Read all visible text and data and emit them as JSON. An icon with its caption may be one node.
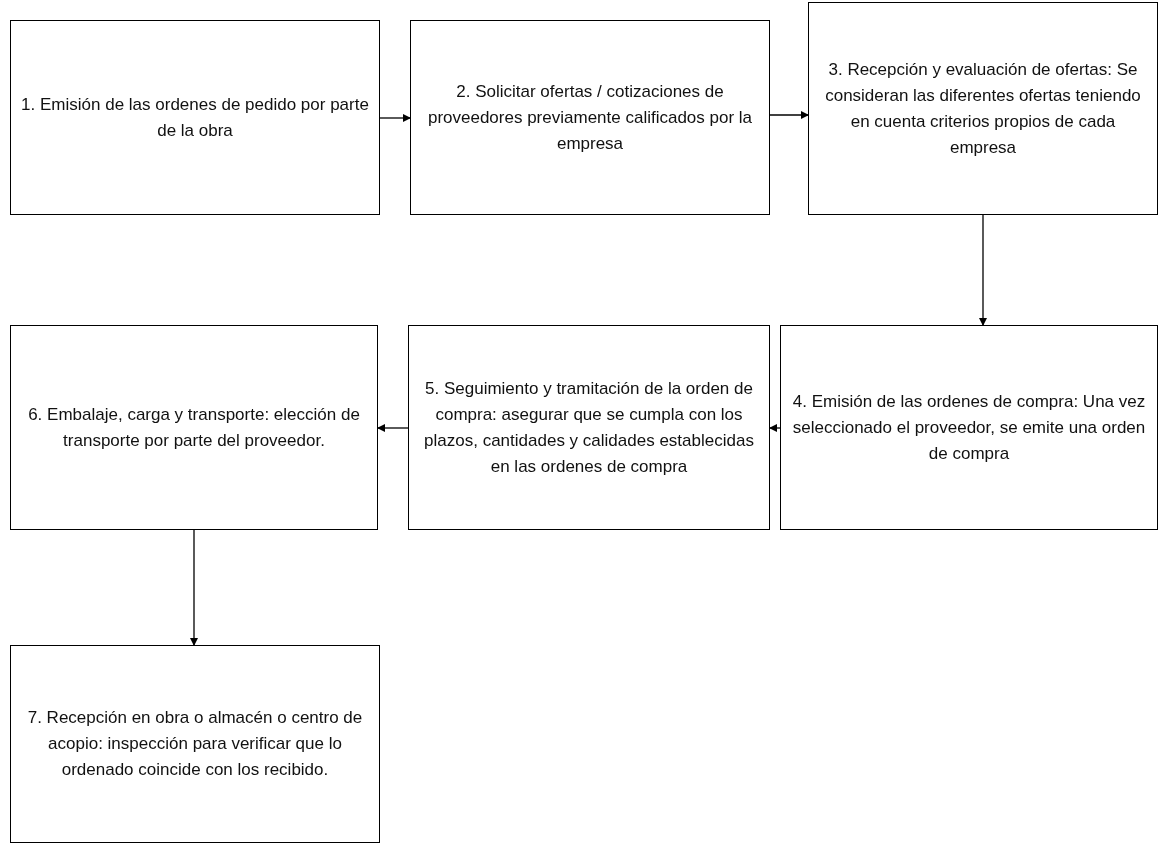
{
  "diagram": {
    "nodes": [
      {
        "text": [
          "1. Emisión de las ordenes de pedido por parte de la obra"
        ]
      },
      {
        "text": [
          "2. Solicitar ofertas / cotizaciones de proveedores previamente calificados por la empresa"
        ]
      },
      {
        "text": [
          "3. Recepción y evaluación de ofertas: Se consideran las diferentes ofertas teniendo en cuenta criterios propios de cada empresa"
        ]
      },
      {
        "text": [
          "4. Emisión de las ordenes de compra: Una vez seleccionado el proveedor, se emite una orden de compra"
        ]
      },
      {
        "text": [
          "5. Seguimiento y tramitación de la orden de compra: asegurar que se cumpla con los plazos, cantidades y calidades establecidas en las ordenes de compra"
        ]
      },
      {
        "text": [
          "6. Embalaje, carga y transporte: elección de transporte por parte del proveedor."
        ]
      },
      {
        "text": [
          "7. Recepción en obra o almacén o centro de acopio: inspección para verificar que lo ordenado coincide con los recibido."
        ]
      }
    ],
    "edges": [
      {
        "from": 0,
        "to": 1,
        "arrow": "to"
      },
      {
        "from": 1,
        "to": 2,
        "arrow": "to"
      },
      {
        "from": 2,
        "to": 3,
        "arrow": "to"
      },
      {
        "from": 3,
        "to": 4,
        "arrow": "to"
      },
      {
        "from": 4,
        "to": 5,
        "arrow": "to"
      },
      {
        "from": 5,
        "to": 6,
        "arrow": "to"
      }
    ]
  }
}
